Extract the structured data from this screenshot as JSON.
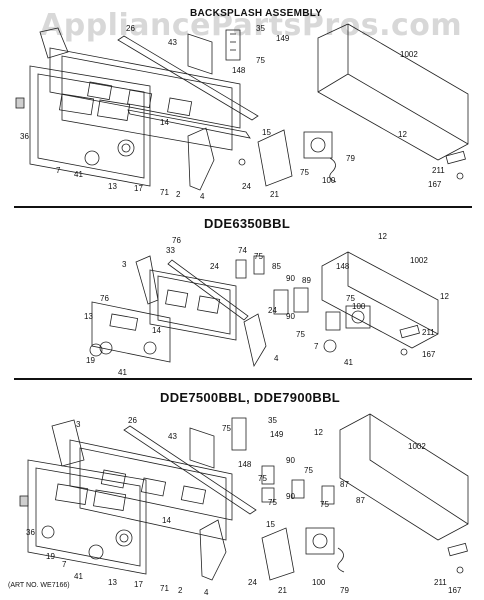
{
  "watermark": "AppliancePartsPros.com",
  "section_titles": {
    "top": "BACKSPLASH ASSEMBLY",
    "middle": "DDE6350BBL",
    "bottom": "DDE7500BBL, DDE7900BBL"
  },
  "art_number": "(ART NO. WE7166)",
  "callouts": {
    "top": [
      "36",
      "26",
      "43",
      "35",
      "149",
      "1002",
      "148",
      "75",
      "14",
      "15",
      "12",
      "7",
      "41",
      "13",
      "17",
      "71",
      "2",
      "4",
      "24",
      "21",
      "75",
      "100",
      "79",
      "211",
      "167"
    ],
    "middle": [
      "3",
      "33",
      "76",
      "74",
      "75",
      "85",
      "12",
      "1002",
      "148",
      "12",
      "24",
      "90",
      "89",
      "76",
      "13",
      "14",
      "24",
      "90",
      "75",
      "75",
      "100",
      "211",
      "19",
      "41",
      "7",
      "41",
      "167",
      "4"
    ],
    "bottom": [
      "3",
      "26",
      "35",
      "43",
      "75",
      "149",
      "12",
      "1002",
      "148",
      "90",
      "75",
      "75",
      "87",
      "36",
      "14",
      "15",
      "87",
      "75",
      "90",
      "19",
      "75",
      "7",
      "41",
      "13",
      "17",
      "71",
      "2",
      "4",
      "24",
      "21",
      "100",
      "79",
      "211",
      "167"
    ]
  }
}
